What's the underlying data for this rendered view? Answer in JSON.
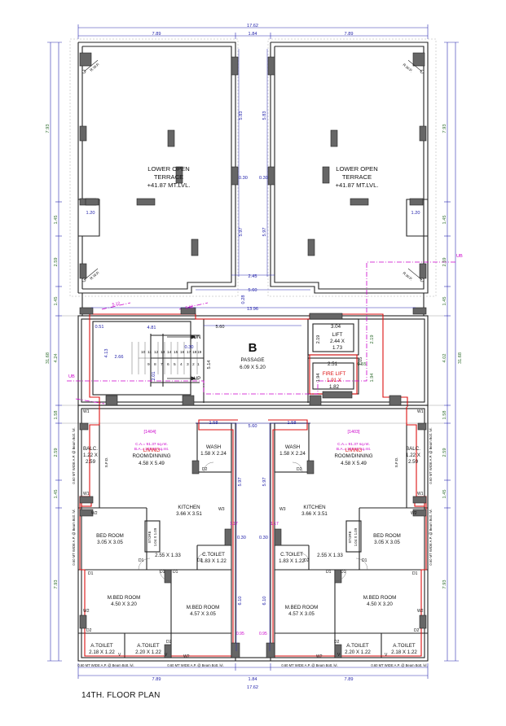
{
  "title": "14TH. FLOOR PLAN",
  "top_dims": {
    "overall": "17.62",
    "left": "7.89",
    "mid": "1.84",
    "right": "7.89"
  },
  "bottom_dims": {
    "overall": "17.62",
    "left": "7.89",
    "mid": "1.84",
    "right": "7.89"
  },
  "left_dims": {
    "d1": "7.93",
    "d2": "1.45",
    "d3": "2.59",
    "d4": "1.45",
    "d5": "31.68",
    "d6": "4.24",
    "d7": "1.58",
    "d8": "2.59",
    "d9": "1.45",
    "d10": "7.93"
  },
  "right_dims": {
    "d1": "7.93",
    "d2": "1.45",
    "d3": "2.59",
    "d4": "1.45",
    "d5": "31.68",
    "d6": "4.02",
    "d7": "1.58",
    "d8": "2.59",
    "d9": "1.45",
    "d10": "7.93"
  },
  "terrace_left": {
    "line1": "LOWER OPEN",
    "line2": "TERRACE",
    "line3": "+41.87 MT.LVL."
  },
  "terrace_right": {
    "line1": "LOWER OPEN",
    "line2": "TERRACE",
    "line3": "+41.87 MT.LVL."
  },
  "terrace_dims": {
    "v1": "5.83",
    "v2": "5.97",
    "gap1": "0.30",
    "gap2": "0.30",
    "w1": "2.45",
    "w2": "5.60",
    "w3": "0.28",
    "small_left": "1.20",
    "small_right": "1.20",
    "rwp": "R.W.P."
  },
  "core": {
    "passage_letter": "B",
    "passage_label": "PASSAGE",
    "passage_size": "6.09 X 5.20",
    "width_1396": "13.96",
    "d_481": "4.81",
    "d_051": "0.51",
    "d_413": "4.13",
    "d_266": "2.66",
    "d_201": "2.01",
    "d_514": "5.14",
    "d_030": "0.30",
    "d_560": "5.60",
    "stair_dn": "DN",
    "stair_up": "UP",
    "steps_top": [
      "10",
      "11",
      "12",
      "13",
      "14",
      "15",
      "16",
      "17",
      "18",
      "19"
    ],
    "steps_bot": [
      "9",
      "8",
      "7",
      "6",
      "5",
      "4",
      "3",
      "2",
      "1"
    ],
    "lift_w": "3.04",
    "lift_label": "LIFT",
    "lift_size1": "2.44 X",
    "lift_size2": "1.73",
    "d_219a": "2.19",
    "d_219b": "2.19",
    "d_251": "2.51",
    "d_055": "0.55",
    "d_194a": "1.94",
    "d_194b": "1.94",
    "d_105": "1.05",
    "fire_lift": "FIRE LIFT",
    "fire_size1": "1.91 X",
    "fire_size2": "1.82",
    "ub_left": "UB",
    "ub_right": "UB",
    "mag_512a": "5.12",
    "mag_512b": "5.12"
  },
  "unit_left": {
    "id": "[1404]",
    "ca": "C.A.= 91.37 sq.mt.",
    "ba": "B.A.= 103.50 sq.mt.",
    "living": "LIVING",
    "living2": "ROOM/DINNING",
    "living_size": "4.58 X 5.49",
    "wash": "WASH",
    "wash_size": "1.58 X 2.24",
    "balc": "BALC.",
    "balc_size1": "1.22 X",
    "balc_size2": "2.59",
    "kitchen": "KITCHEN",
    "kitchen_size": "3.66 X 3.51",
    "store": "STORE",
    "store_size": "1.04 X 1.09",
    "bed": "BED ROOM",
    "bed_size": "3.05 X 3.05",
    "d_255": "2.55 X 1.33",
    "ctoilet": "C.TOILET",
    "ctoilet_size": "1.83 X 1.22",
    "mbed1": "M.BED ROOM",
    "mbed1_size": "4.50 X 3.20",
    "mbed2": "M.BED ROOM",
    "mbed2_size": "4.57 X 3.05",
    "at1": "A.TOILET",
    "at1_size": "2.18 X 1.22",
    "at2": "A.TOILET",
    "at2_size": "2.20 X 1.22",
    "sfd": "S.F.D.",
    "d_158": "1.58",
    "d_597": "5.97",
    "d_610": "6.10",
    "d_030": "0.30",
    "d_117": "1.17",
    "d_095": "0.95"
  },
  "unit_right": {
    "id": "[1403]",
    "ca": "C.A.= 91.37 sq.mt.",
    "ba": "B.A.= 103.50 sq.mt.",
    "living": "LIVING",
    "living2": "ROOM/DINNING",
    "living_size": "4.58 X 5.49",
    "wash": "WASH",
    "wash_size": "1.58 X 2.24",
    "balc": "BALC.",
    "balc_size1": "1.22 X",
    "balc_size2": "2.59",
    "kitchen": "KITCHEN",
    "kitchen_size": "3.66 X 3.51",
    "store": "STORE",
    "store_size": "1.04 X 1.09",
    "bed": "BED ROOM",
    "bed_size": "3.05 X 3.05",
    "d_255": "2.55 X 1.33",
    "ctoilet": "C.TOILET",
    "ctoilet_size": "1.83 X 1.22",
    "mbed1": "M.BED ROOM",
    "mbed1_size": "4.50 X 3.20",
    "mbed2": "M.BED ROOM",
    "mbed2_size": "4.57 X 3.05",
    "at1": "A.TOILET",
    "at1_size": "2.18 X 1.22",
    "at2": "A.TOILET",
    "at2_size": "2.20 X 1.22",
    "sfd": "S.F.D.",
    "d_158": "1.58",
    "d_597": "5.97",
    "d_610": "6.10",
    "d_030": "0.30",
    "d_117": "1.17",
    "d_095": "0.95"
  },
  "door_tags": {
    "d1": "D1",
    "d2": "D2",
    "w1": "W1",
    "w2": "W2",
    "w3": "W3",
    "v": "V"
  },
  "ap_label": "0.60 MT WIDE A.P. @ Beam Bott. lvl."
}
